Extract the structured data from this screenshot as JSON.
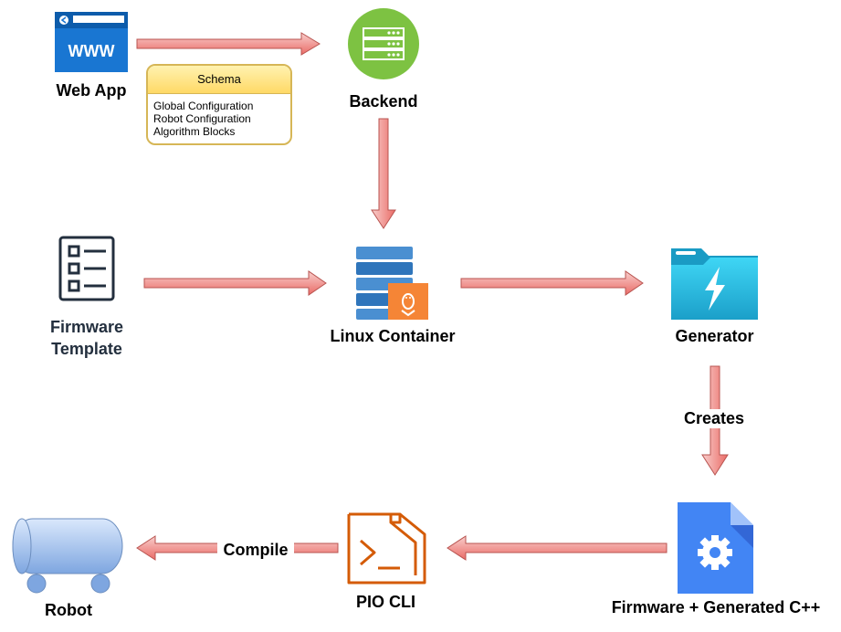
{
  "nodes": {
    "web_app": "Web App",
    "backend": "Backend",
    "firmware_template_line1": "Firmware",
    "firmware_template_line2": "Template",
    "linux_container": "Linux Container",
    "generator": "Generator",
    "firmware_generated": "Firmware + Generated C++",
    "pio_cli": "PIO CLI",
    "robot": "Robot"
  },
  "schema": {
    "title": "Schema",
    "items": [
      "Global Configuration",
      "Robot Configuration",
      "Algorithm Blocks"
    ]
  },
  "edge_labels": {
    "creates": "Creates",
    "compile": "Compile"
  },
  "colors": {
    "arrow_fill": "#f19c99",
    "arrow_stroke": "#b85450",
    "schema_border": "#D6B656",
    "schema_header": "#FFD966"
  }
}
